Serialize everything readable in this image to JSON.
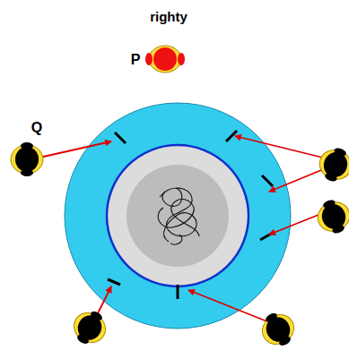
{
  "diagram": {
    "labels": [
      "righty",
      "P",
      "Q"
    ]
  }
}
